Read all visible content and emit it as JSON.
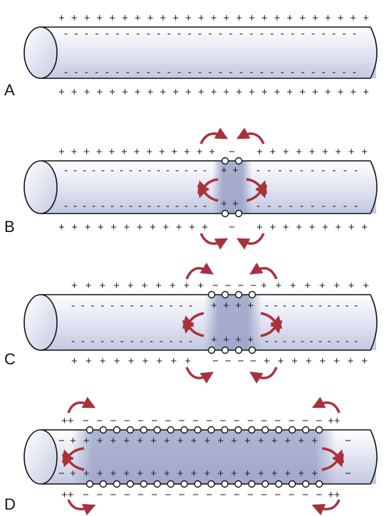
{
  "figure": {
    "panels": [
      {
        "label": "A",
        "outer_top": "+++++++++++++++++++++++++",
        "inner_top": "-----------------------------",
        "inner_bottom": "-----------------------------",
        "outer_bottom": "+++++++++++++++++++++++++",
        "open_channels": 0,
        "depolarized": false
      },
      {
        "label": "B",
        "outer_top_left": "+++++++++++++",
        "outer_top_right": "+++++++++",
        "outer_top_center": "−",
        "inner_center": "+",
        "inner_top_left": "----------------",
        "inner_top_right": "----------",
        "inner_bottom_left": "----------------",
        "inner_bottom_right": "----------",
        "outer_bottom_left": "++++++++++++",
        "outer_bottom_right": "+++++++++",
        "outer_bottom_center": "−",
        "open_channels": 2,
        "depolarized": true
      },
      {
        "label": "C",
        "outer_top_left": "++++++++++",
        "outer_top_center": "− − − −",
        "outer_top_right": "++++++++",
        "inner_center": "+ + + +",
        "inner_top_left": "-------------",
        "inner_top_right": "-----------",
        "inner_bottom_left": "-------------",
        "inner_bottom_right": "-----------",
        "outer_bottom_left": "+++++++++",
        "outer_bottom_center": "− − − −",
        "outer_bottom_right": "++++++++",
        "open_channels": 4,
        "depolarized": true
      },
      {
        "label": "D",
        "outer_ends": "++",
        "outer_center": "− − − − − − − − − − − − − − − − − −",
        "inner_ends": "−",
        "inner_center": "+ + + + + + + + + + + + + + + + + + +",
        "open_channels": 18,
        "depolarized": true
      }
    ],
    "colors": {
      "axon_fill_light": "#ffffff",
      "axon_fill_tint": "#c8cde6",
      "depolarized_region": "#9aa1c6",
      "current_arrow": "#a8323b",
      "outline": "#111111"
    }
  }
}
